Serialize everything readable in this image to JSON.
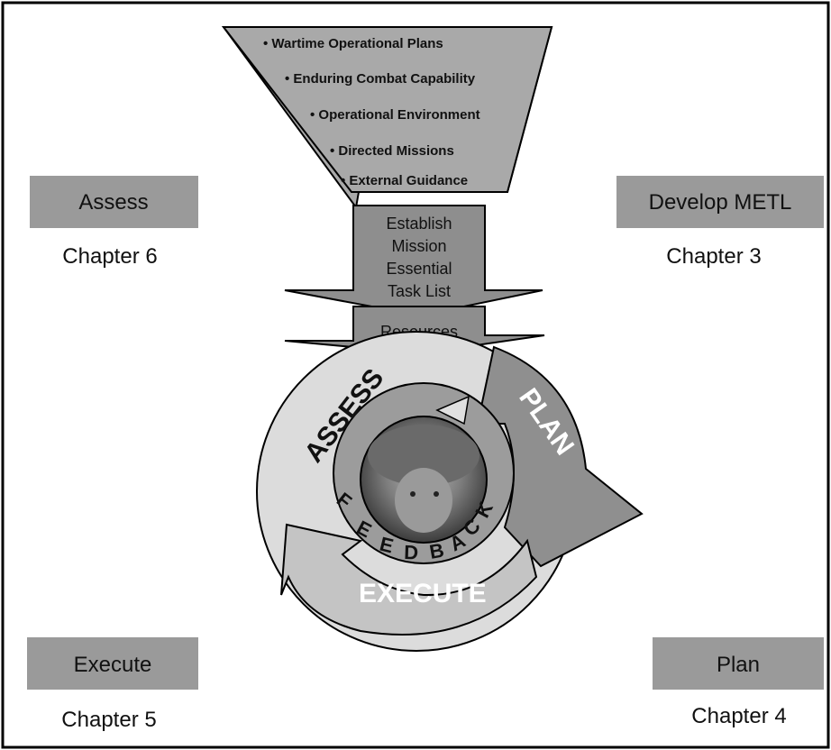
{
  "funnel": {
    "items": [
      "Wartime Operational Plans",
      "Enduring Combat Capability",
      "Operational Environment",
      "Directed Missions",
      "External Guidance"
    ]
  },
  "stem": {
    "lines": [
      "Establish",
      "Mission",
      "Essential",
      "Task List"
    ],
    "resources": "Resources"
  },
  "cycle": {
    "assess": "ASSESS",
    "plan": "PLAN",
    "execute": "EXECUTE",
    "feedback_letters": [
      "F",
      "E",
      "E",
      "D",
      "B",
      "A",
      "C",
      "K"
    ]
  },
  "corners": {
    "top_left": {
      "label": "Assess",
      "chapter": "Chapter 6"
    },
    "top_right": {
      "label": "Develop METL",
      "chapter": "Chapter 3"
    },
    "bottom_left": {
      "label": "Execute",
      "chapter": "Chapter 5"
    },
    "bottom_right": {
      "label": "Plan",
      "chapter": "Chapter 4"
    }
  },
  "colors": {
    "box_gray": "#9a9a9a",
    "funnel_gray": "#a9a9a9",
    "stem_gray": "#8e8e8e",
    "assess_arc": "#dcdcdc",
    "plan_arc": "#8f8f8f",
    "execute_arc": "#c4c4c4",
    "inner_ring": "#9c9c9c"
  }
}
